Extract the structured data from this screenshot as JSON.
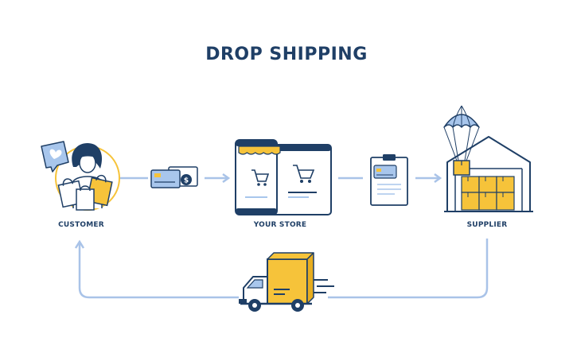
{
  "title": "DROP SHIPPING",
  "nodes": {
    "customer": "CUSTOMER",
    "store": "YOUR STORE",
    "supplier": "SUPPLIER"
  },
  "colors": {
    "navy": "#1f3f66",
    "yellow": "#f6c33a",
    "light_blue": "#a8c6ec",
    "flow_line": "#a9c3e8"
  }
}
